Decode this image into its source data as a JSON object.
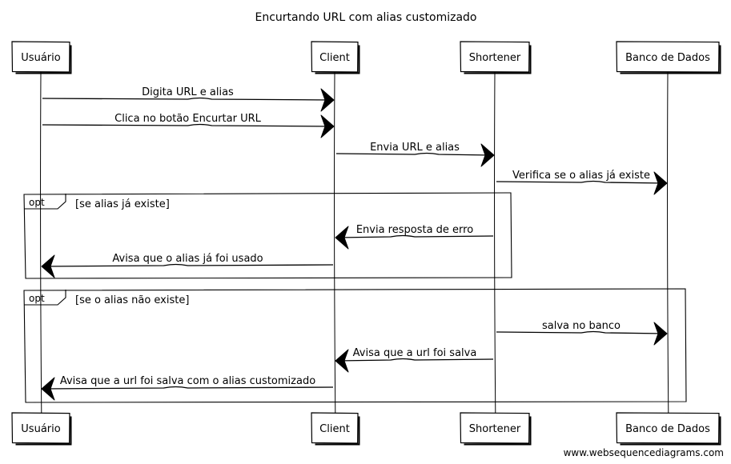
{
  "title": "Encurtando URL com alias customizado",
  "participants": [
    "Usuário",
    "Client",
    "Shortener",
    "Banco de Dados"
  ],
  "messages": [
    {
      "from": 0,
      "to": 1,
      "label": "Digita URL e alias"
    },
    {
      "from": 0,
      "to": 1,
      "label": "Clica no botão Encurtar URL"
    },
    {
      "from": 1,
      "to": 2,
      "label": "Envia URL e alias"
    },
    {
      "from": 2,
      "to": 3,
      "label": "Verifica se o alias já existe"
    },
    {
      "from": 2,
      "to": 1,
      "label": "Envia resposta de erro"
    },
    {
      "from": 1,
      "to": 0,
      "label": "Avisa que o alias já foi usado"
    },
    {
      "from": 2,
      "to": 3,
      "label": "salva no banco"
    },
    {
      "from": 2,
      "to": 1,
      "label": "Avisa que a url foi salva"
    },
    {
      "from": 1,
      "to": 0,
      "label": "Avisa que a url foi salva com o alias customizado"
    }
  ],
  "fragments": [
    {
      "operator": "opt",
      "condition": "[se alias já existe]"
    },
    {
      "operator": "opt",
      "condition": "[se o alias não existe]"
    }
  ],
  "watermark": "www.websequencediagrams.com"
}
